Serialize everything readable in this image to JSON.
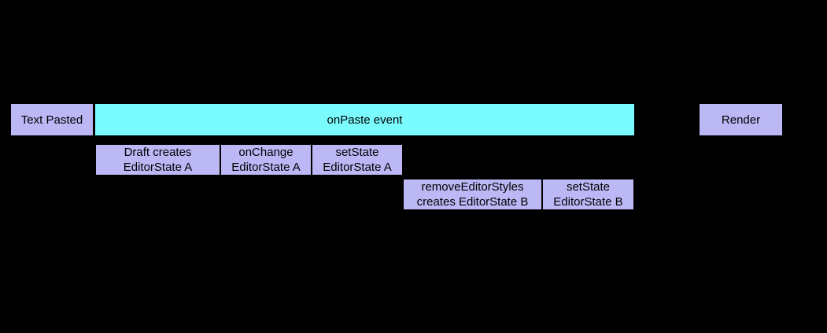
{
  "diagram": {
    "type": "event-timeline",
    "row1": {
      "text_pasted": "Text Pasted",
      "on_paste_event": "onPaste event",
      "render": "Render"
    },
    "row2": {
      "draft_creates": "Draft creates\nEditorState A",
      "on_change": "onChange\nEditorState A",
      "set_state_a": "setState\nEditorState A"
    },
    "row3": {
      "remove_editor_styles": "removeEditorStyles\ncreates EditorState B",
      "set_state_b": "setState\nEditorState B"
    },
    "colors": {
      "background": "#000000",
      "event_fill": "#7afcff",
      "step_fill": "#bcb7f5",
      "border": "#000000",
      "text": "#000000"
    }
  }
}
